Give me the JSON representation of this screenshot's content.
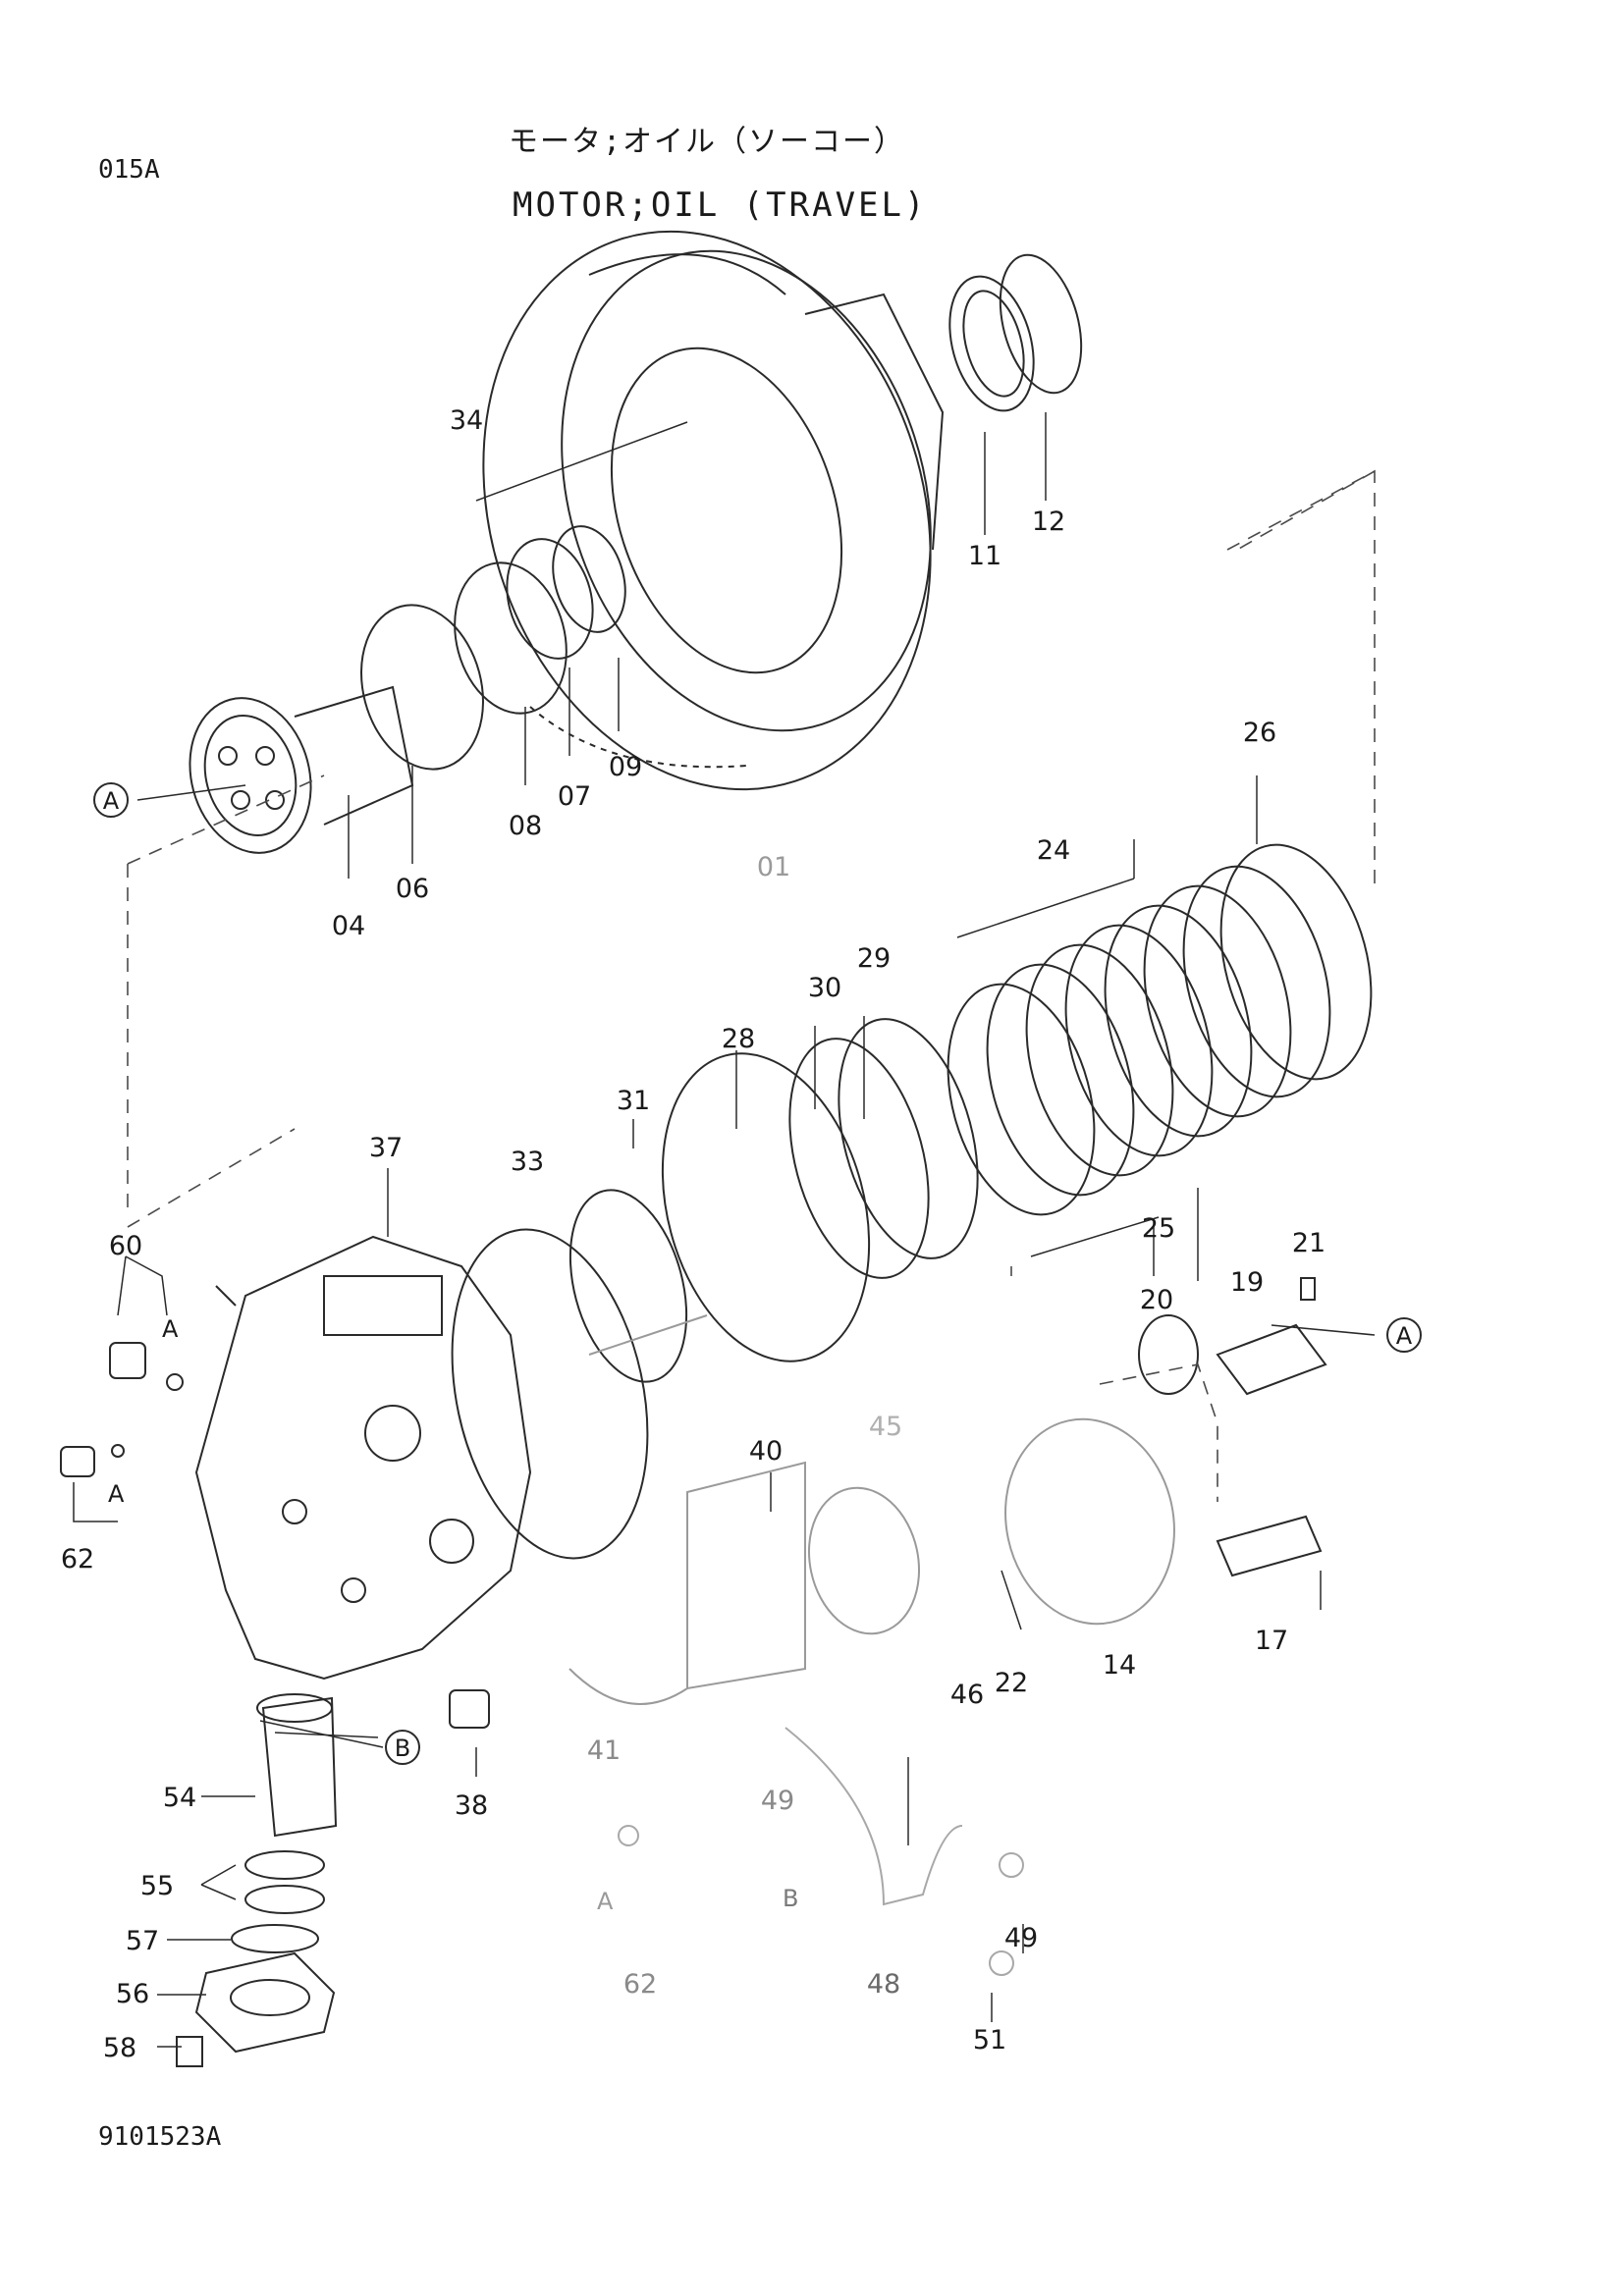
{
  "header": {
    "page_code": "015A",
    "title_jp": "モータ;オイル（ソーコー）",
    "title_en": "MOTOR;OIL (TRAVEL)"
  },
  "footer": {
    "drawing_number": "9101523A"
  },
  "callouts": {
    "circle_a": "A",
    "circle_b": "B",
    "ref_a": "A",
    "ref_b": "B"
  },
  "parts": [
    {
      "id": "p01",
      "label": "01"
    },
    {
      "id": "p04",
      "label": "04"
    },
    {
      "id": "p06",
      "label": "06"
    },
    {
      "id": "p07",
      "label": "07"
    },
    {
      "id": "p08",
      "label": "08"
    },
    {
      "id": "p09",
      "label": "09"
    },
    {
      "id": "p11",
      "label": "11"
    },
    {
      "id": "p12",
      "label": "12"
    },
    {
      "id": "p14",
      "label": "14"
    },
    {
      "id": "p17",
      "label": "17"
    },
    {
      "id": "p19",
      "label": "19"
    },
    {
      "id": "p20",
      "label": "20"
    },
    {
      "id": "p21",
      "label": "21"
    },
    {
      "id": "p22",
      "label": "22"
    },
    {
      "id": "p24",
      "label": "24"
    },
    {
      "id": "p25",
      "label": "25"
    },
    {
      "id": "p26",
      "label": "26"
    },
    {
      "id": "p28",
      "label": "28"
    },
    {
      "id": "p29",
      "label": "29"
    },
    {
      "id": "p30",
      "label": "30"
    },
    {
      "id": "p31",
      "label": "31"
    },
    {
      "id": "p33",
      "label": "33"
    },
    {
      "id": "p34",
      "label": "34"
    },
    {
      "id": "p37",
      "label": "37"
    },
    {
      "id": "p38",
      "label": "38"
    },
    {
      "id": "p40",
      "label": "40"
    },
    {
      "id": "p41",
      "label": "41"
    },
    {
      "id": "p45",
      "label": "45"
    },
    {
      "id": "p46",
      "label": "46"
    },
    {
      "id": "p48",
      "label": "48"
    },
    {
      "id": "p49a",
      "label": "49"
    },
    {
      "id": "p49b",
      "label": "49"
    },
    {
      "id": "p51",
      "label": "51"
    },
    {
      "id": "p54",
      "label": "54"
    },
    {
      "id": "p55",
      "label": "55"
    },
    {
      "id": "p56",
      "label": "56"
    },
    {
      "id": "p57",
      "label": "57"
    },
    {
      "id": "p58",
      "label": "58"
    },
    {
      "id": "p60",
      "label": "60"
    },
    {
      "id": "p62a",
      "label": "62"
    },
    {
      "id": "p62b",
      "label": "62"
    }
  ]
}
